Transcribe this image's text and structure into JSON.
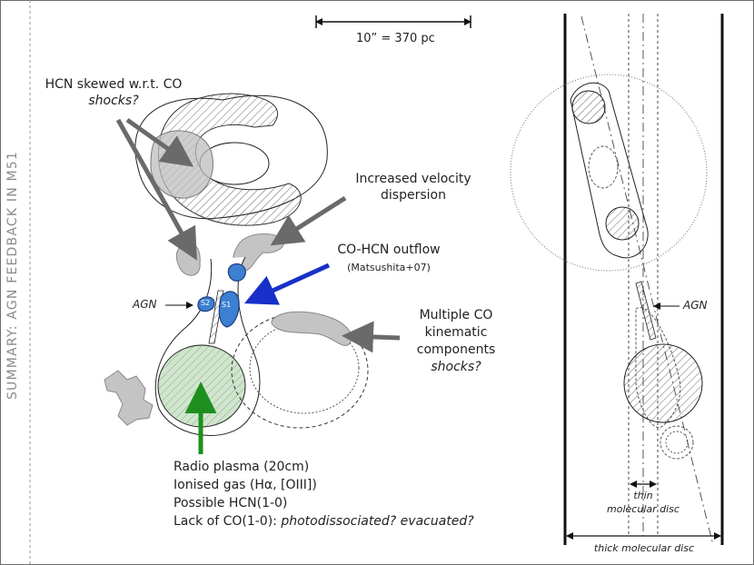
{
  "side_title": "SUMMARY: AGN FEEDBACK IN M51",
  "scale_bar": "10” = 370 pc",
  "labels": {
    "hcn_skewed": "HCN skewed w.r.t. CO",
    "hcn_shocks": "shocks?",
    "velocity_1": "Increased velocity",
    "velocity_2": "dispersion",
    "outflow_1": "CO-HCN outflow",
    "outflow_2": "(Matsushita+07)",
    "agn_left": "AGN",
    "s1": "S1",
    "s2": "S2",
    "multi_1": "Multiple CO",
    "multi_2": "kinematic",
    "multi_3": "components",
    "multi_4": "shocks?",
    "radio": "Radio plasma (20cm)",
    "ionised": "Ionised gas (Hα, [OIII])",
    "possible_hcn": "Possible HCN(1-0)",
    "lack_prefix": "Lack of CO(1-0):",
    "lack_italic": " photodissociated? evacuated?",
    "agn_right": "AGN",
    "thin_1": "thin",
    "thin_2": "molecular disc",
    "thick": "thick molecular disc"
  },
  "colors": {
    "blue_arrow": "#1630c8",
    "green_arrow": "#1e8f1e",
    "grey_arrow": "#6a6a6a",
    "blue_blob": "#3d7fd0",
    "green_fill": "#cfe6cc",
    "grey_blob": "#c4c4c4"
  }
}
